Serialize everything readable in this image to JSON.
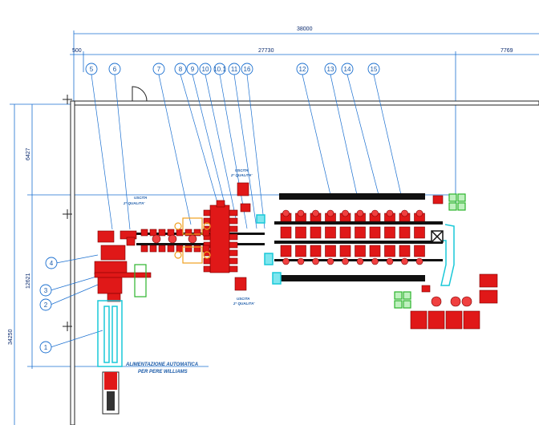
{
  "dimensions": {
    "total_width": "38000",
    "seg_a": "500",
    "seg_b": "27730",
    "seg_c": "7769",
    "h1": "6427",
    "h2": "12621",
    "h_total": "34250"
  },
  "callouts_top": [
    "5",
    "6",
    "7",
    "8",
    "9",
    "10",
    "10.1",
    "11",
    "16",
    "12",
    "13",
    "14",
    "15"
  ],
  "callouts_left": [
    "4",
    "3",
    "2",
    "1"
  ],
  "notes": {
    "exit_top_a_1": "USCITA",
    "exit_top_a_2": "2° QUALITA'",
    "exit_top_b_1": "USCITA",
    "exit_top_b_2": "2° QUALITA'",
    "exit_bottom_1": "USCITA",
    "exit_bottom_2": "2° QUALITA'",
    "feed_1": "ALIMENTAZIONE AUTOMATICA",
    "feed_2": "PER PERE WILLIAMS"
  },
  "colors": {
    "dim_line": "#1a6fd0",
    "machine_red": "#e01818",
    "conveyor": "#111111",
    "cyan": "#19c8d8",
    "green": "#2bb52b"
  }
}
